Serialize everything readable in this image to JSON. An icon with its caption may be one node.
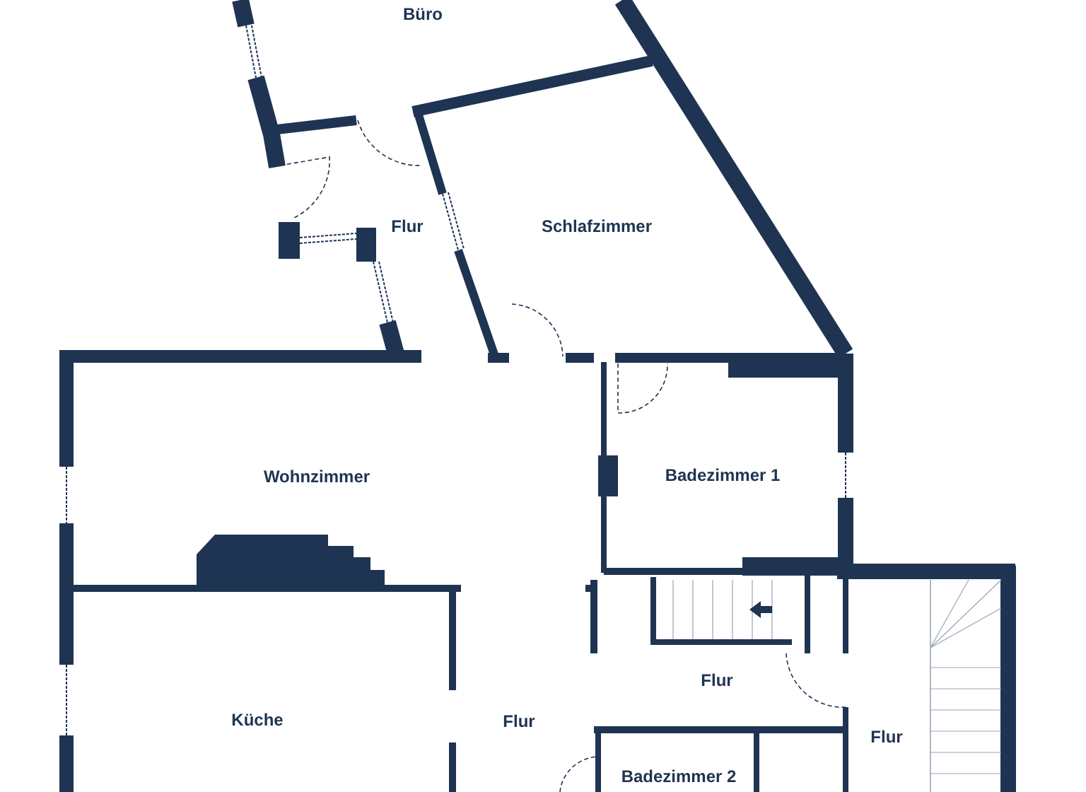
{
  "diagram": {
    "labels": [
      "Büro",
      "Flur",
      "Schlafzimmer",
      "Wohnzimmer",
      "Badezimmer 1",
      "Flur",
      "Küche",
      "Flur",
      "Flur",
      "Badezimmer 2"
    ]
  }
}
